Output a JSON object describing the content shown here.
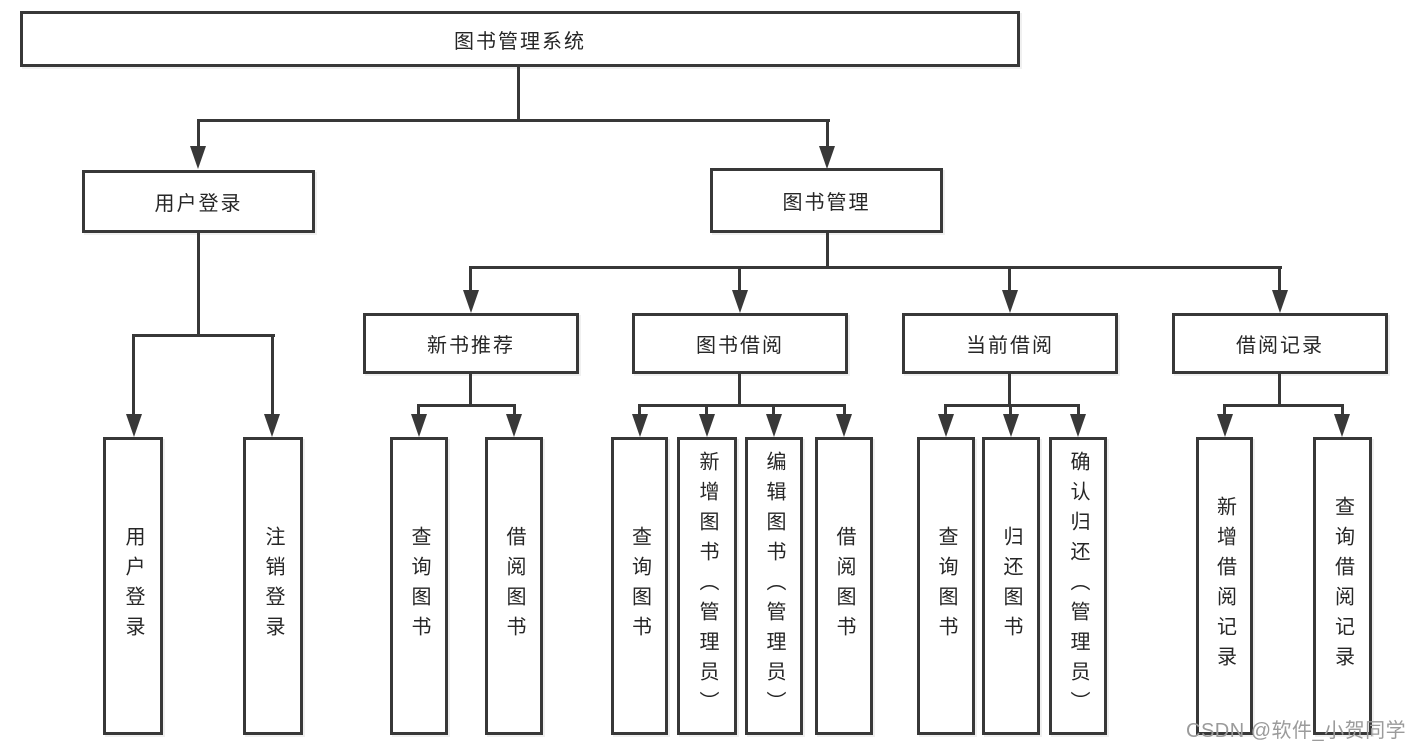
{
  "diagram": {
    "watermark": "CSDN @软件_小贺同学",
    "colors": {
      "line": "#383838",
      "text": "#262626",
      "watermark": "#9b9b9b",
      "background": "#ffffff"
    },
    "root": {
      "label": "图书管理系统"
    },
    "branches": [
      {
        "label": "用户登录",
        "children": [
          {
            "label": "用户登录"
          },
          {
            "label": "注销登录"
          }
        ]
      },
      {
        "label": "图书管理",
        "children": [
          {
            "label": "新书推荐",
            "children": [
              {
                "label": "查询图书"
              },
              {
                "label": "借阅图书"
              }
            ]
          },
          {
            "label": "图书借阅",
            "children": [
              {
                "label": "查询图书"
              },
              {
                "label": "新增图书（管理员）"
              },
              {
                "label": "编辑图书（管理员）"
              },
              {
                "label": "借阅图书"
              }
            ]
          },
          {
            "label": "当前借阅",
            "children": [
              {
                "label": "查询图书"
              },
              {
                "label": "归还图书"
              },
              {
                "label": "确认归还（管理员）"
              }
            ]
          },
          {
            "label": "借阅记录",
            "children": [
              {
                "label": "新增借阅记录"
              },
              {
                "label": "查询借阅记录"
              }
            ]
          }
        ]
      }
    ]
  }
}
